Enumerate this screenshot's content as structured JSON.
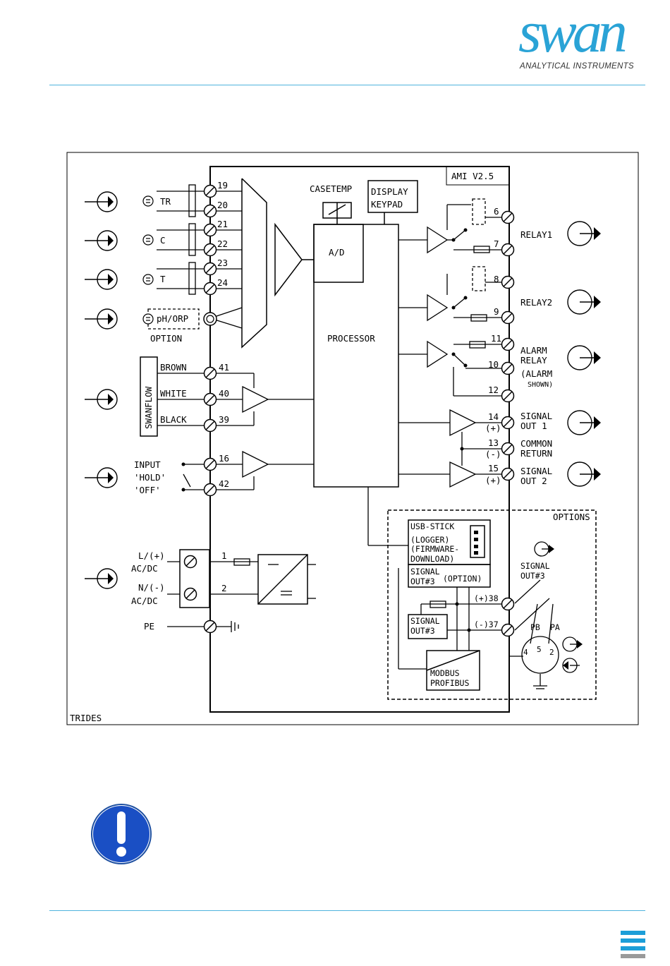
{
  "brand": {
    "name": "swan",
    "tagline": "ANALYTICAL INSTRUMENTS",
    "accent_color": "#2aa3d6"
  },
  "diagram": {
    "model": "AMI V2.5",
    "footer": "TRIDES",
    "inputs": {
      "tr": "TR",
      "c": "C",
      "t": "T",
      "ph": "pH/ORP",
      "option": "OPTION"
    },
    "swanflow": {
      "label": "SWANFLOW",
      "brown": "BROWN",
      "white": "WHITE",
      "black": "BLACK"
    },
    "input_hold": {
      "l1": "INPUT",
      "l2": "'HOLD'",
      "l3": "'OFF'"
    },
    "power": {
      "l": "L/(+)",
      "l_ac": "AC/DC",
      "n": "N/(-)",
      "n_ac": "AC/DC",
      "pe": "PE"
    },
    "blocks": {
      "casetemp": "CASETEMP",
      "display": "DISPLAY",
      "keypad": "KEYPAD",
      "ad": "A/D",
      "processor": "PROCESSOR"
    },
    "terminals": {
      "t19": "19",
      "t20": "20",
      "t21": "21",
      "t22": "22",
      "t23": "23",
      "t24": "24",
      "t41": "41",
      "t40": "40",
      "t39": "39",
      "t16": "16",
      "t42": "42",
      "t1": "1",
      "t2": "2",
      "t6": "6",
      "t7": "7",
      "t8": "8",
      "t9": "9",
      "t11": "11",
      "t10": "10",
      "t12": "12",
      "t14": "14",
      "t13": "13",
      "t15": "15",
      "plus14": "(+)",
      "minus13": "(-)",
      "plus15": "(+)",
      "t38": "(+)38",
      "t37": "(-)37"
    },
    "outputs": {
      "relay1": "RELAY1",
      "relay2": "RELAY2",
      "alarm1": "ALARM",
      "alarm2": "RELAY",
      "alarm3": "(ALARM",
      "alarm4": "SHOWN)",
      "sig1a": "SIGNAL",
      "sig1b": "OUT 1",
      "com1": "COMMON",
      "com2": "RETURN",
      "sig2a": "SIGNAL",
      "sig2b": "OUT 2"
    },
    "options": {
      "title": "OPTIONS",
      "usb": "USB-STICK",
      "logger": "(LOGGER)",
      "firmware1": "(FIRMWARE-",
      "firmware2": "DOWNLOAD)",
      "sig3a": "SIGNAL",
      "sig3b": "OUT#3",
      "opt": "(OPTION)",
      "sig3c": "SIGNAL",
      "sig3d": "OUT#3",
      "modbus": "MODBUS",
      "profibus": "PROFIBUS",
      "sigout_a": "SIGNAL",
      "sigout_b": "OUT#3",
      "pb": "PB",
      "pa": "PA",
      "pin4": "4",
      "pin5": "5",
      "pin2": "2"
    }
  },
  "icons": [
    "notice-exclamation-icon",
    "menu-bars-icon"
  ]
}
